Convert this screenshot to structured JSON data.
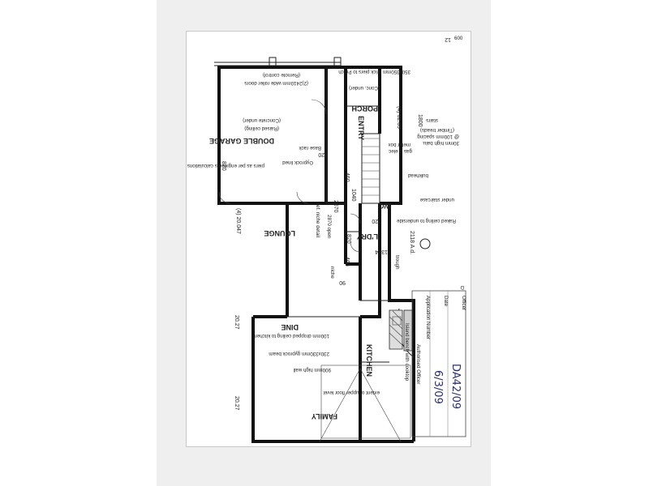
{
  "page": {
    "stamp_corner": "600"
  },
  "rooms": {
    "garage_title": "DOUBLE GARAGE",
    "garage_ceiling": "(Raised ceiling)",
    "garage_slab": "(Concrete under)",
    "garage_doors": "(2)2410mm wide roller doors",
    "garage_remote": "(Remote control)",
    "porch": "PORCH",
    "porch_slab": "(Conc. under)",
    "entry": "ENTRY",
    "lounge": "LOUNGE",
    "lounge_niche": "ref. niche detail",
    "lounge_opening": "2870 open",
    "lounge_niche2": "niche",
    "laundry": "L'DRY",
    "wc": "WC",
    "dine": "DINE",
    "kitchen": "KITCHEN",
    "family": "FAMILY"
  },
  "notes": {
    "gyprock_lined": "Gyprock lined",
    "base_rack": "Base rack",
    "pier_engineers": "piers as per engineers calculations",
    "porch_piers": "350x350mm brick piers to Porch",
    "stair_text1": "30mm high balu.",
    "stair_text2": "@ 100mm spacing",
    "stair_text3": "(Timber treads)",
    "stairs": "stairs",
    "gas_elec": "gas & elec",
    "meter_box": "meter box",
    "bulkhead": "bulkhead",
    "under_stair": "under staircase",
    "raked_ceiling": "Raked ceiling to underside",
    "trough": "trough",
    "dine_bulkhead": "100mm dropped ceiling to kitchen",
    "gyprock_beam": "230x330mm gyprock beam",
    "high_wall": "900mm high wall",
    "void": "extent of upper floor level",
    "kitchen_bench": "Island bench with cooktop",
    "label_d": "D"
  },
  "dimensions": {
    "d1800": "1800",
    "d4020": "(4) 02.09",
    "d820a": "820",
    "d820b": "820",
    "d820c": "820",
    "d720": "720",
    "d1314": "1314",
    "d2118": "2118 A.d.",
    "d20047": "(4) 20.047",
    "d2027a": "20.27",
    "d2027b": "20.27",
    "d460a": "460",
    "d460b": "460",
    "d1040": "1040",
    "d2670": "2670",
    "d90": "90",
    "d12": "12"
  },
  "title_block": {
    "application_number": "Application Number",
    "date": "Date",
    "officer": "Officer",
    "authorised_officer": "Authorised Officer",
    "handwritten_number": "DA42/09",
    "handwritten_date": "6/3/09"
  }
}
